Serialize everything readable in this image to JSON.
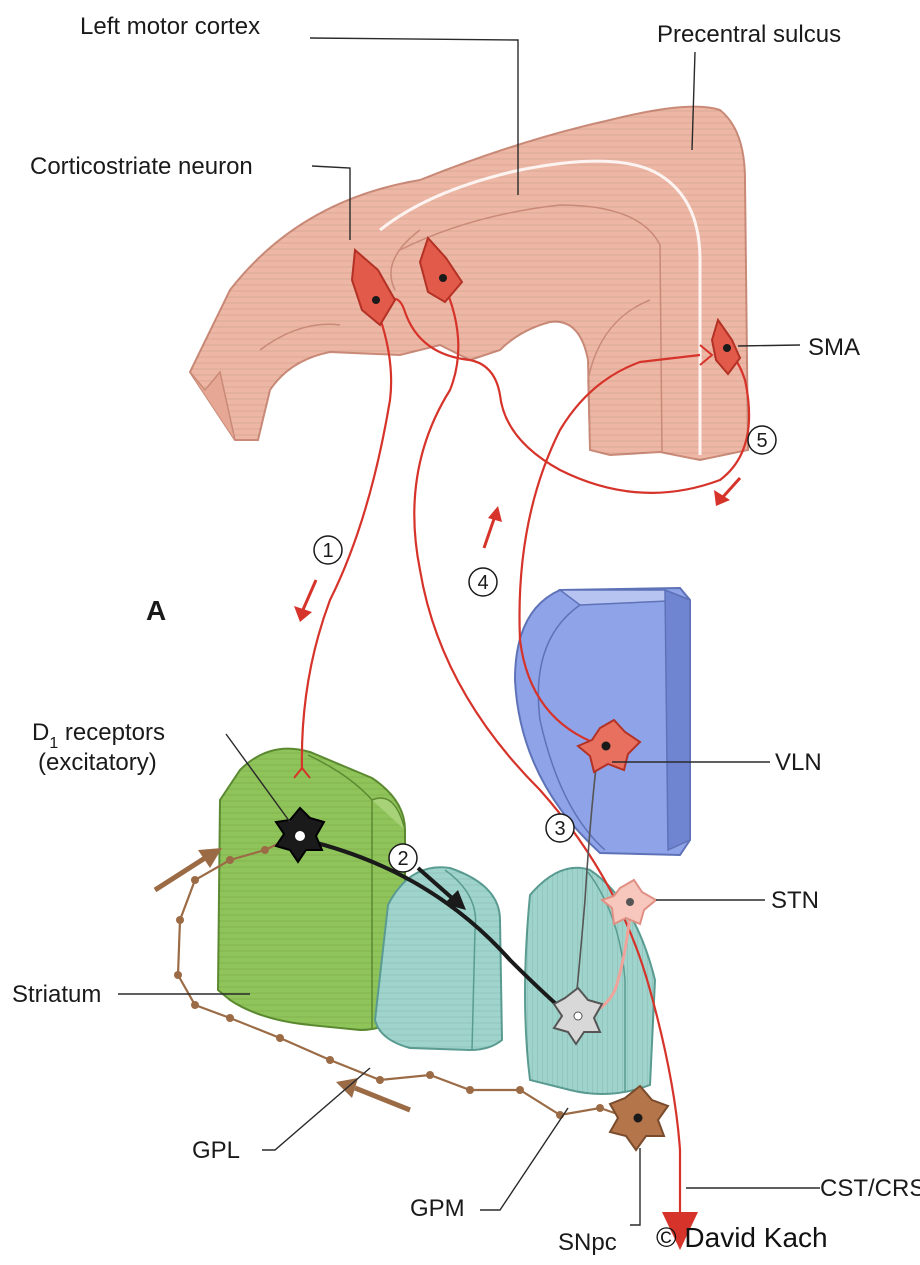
{
  "labels": {
    "left_motor_cortex": "Left motor cortex",
    "precentral_sulcus": "Precentral sulcus",
    "corticostriate_neuron": "Corticostriate neuron",
    "sma": "SMA",
    "panel": "A",
    "d1_receptors_line1": "D",
    "d1_receptors_sub": "1",
    "d1_receptors_line1_rest": " receptors",
    "d1_receptors_line2": "(excitatory)",
    "vln": "VLN",
    "stn": "STN",
    "striatum": "Striatum",
    "gpl": "GPL",
    "gpm": "GPM",
    "cst_crst": "CST/CRST",
    "snpc": "SNpc"
  },
  "step_numbers": [
    "1",
    "2",
    "3",
    "4",
    "5"
  ],
  "copyright": "© David Kach",
  "colors": {
    "cortex_fill": "#eeb7a5",
    "cortex_edge": "#c98a78",
    "pathway_red": "#d6332a",
    "striatum_green": "#8fc45a",
    "globus_teal": "#9fd4cc",
    "thalamus_blue": "#8fa3e8",
    "dopamine_brown": "#9b6b46",
    "inhibitory_black": "#1a1a1a"
  }
}
